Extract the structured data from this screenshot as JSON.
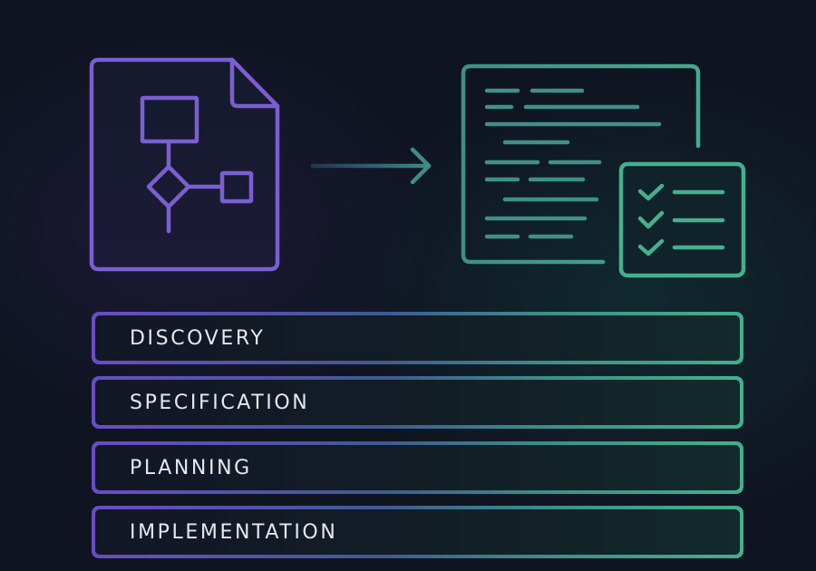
{
  "illustration": {
    "source_icon": "flowchart-document-icon",
    "arrow_icon": "arrow-right-icon",
    "target_icon": "spec-document-icon",
    "checklist_icon": "checklist-icon",
    "checklist_items": 3,
    "colors": {
      "background": "#0f1421",
      "purple_accent": "#7b5fd0",
      "teal_accent": "#45b08e"
    }
  },
  "stages": [
    {
      "label": "DISCOVERY"
    },
    {
      "label": "SPECIFICATION"
    },
    {
      "label": "PLANNING"
    },
    {
      "label": "IMPLEMENTATION"
    }
  ]
}
